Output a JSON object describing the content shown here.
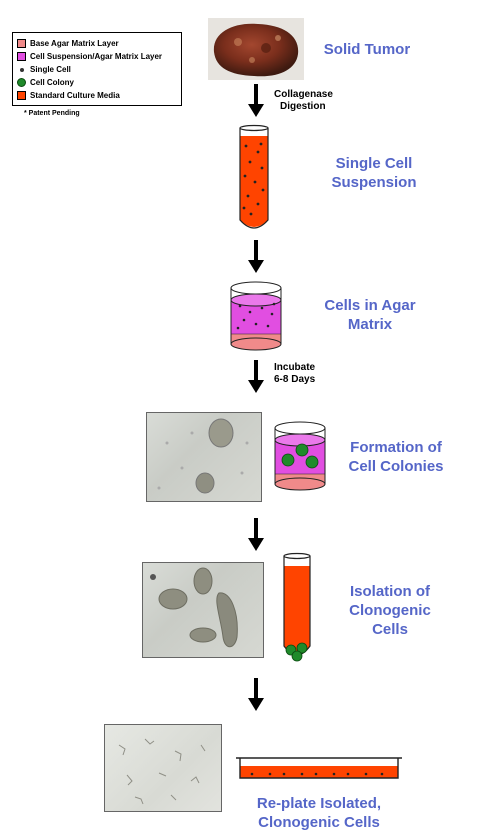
{
  "legend": {
    "items": [
      {
        "label": "Base Agar Matrix Layer",
        "swatch": "square",
        "color": "#f08a8a"
      },
      {
        "label": "Cell Suspension/Agar Matrix Layer",
        "swatch": "square",
        "color": "#e14ee1"
      },
      {
        "label": "Single Cell",
        "swatch": "dot",
        "color": "#333333"
      },
      {
        "label": "Cell Colony",
        "swatch": "circle",
        "color": "#1f8a2a"
      },
      {
        "label": "Standard Culture Media",
        "swatch": "square",
        "color": "#ff4400"
      }
    ],
    "note": "* Patent Pending"
  },
  "steps": {
    "solid_tumor": "Solid Tumor",
    "single_cell_1": "Single Cell",
    "single_cell_2": "Suspension",
    "agar_1": "Cells in Agar",
    "agar_2": "Matrix",
    "formation_1": "Formation of",
    "formation_2": "Cell Colonies",
    "isolation_1": "Isolation of",
    "isolation_2": "Clonogenic",
    "isolation_3": "Cells",
    "replate_1": "Re-plate Isolated,",
    "replate_2": "Clonogenic Cells"
  },
  "arrows": {
    "collagenase_1": "Collagenase",
    "collagenase_2": "Digestion",
    "incubate_1": "Incubate",
    "incubate_2": "6-8 Days"
  },
  "colors": {
    "label_blue": "#5566c8",
    "media_red": "#ff4400",
    "agar_magenta": "#e14ee1",
    "base_pink": "#f08a8a",
    "colony_green": "#1f8a2a"
  }
}
